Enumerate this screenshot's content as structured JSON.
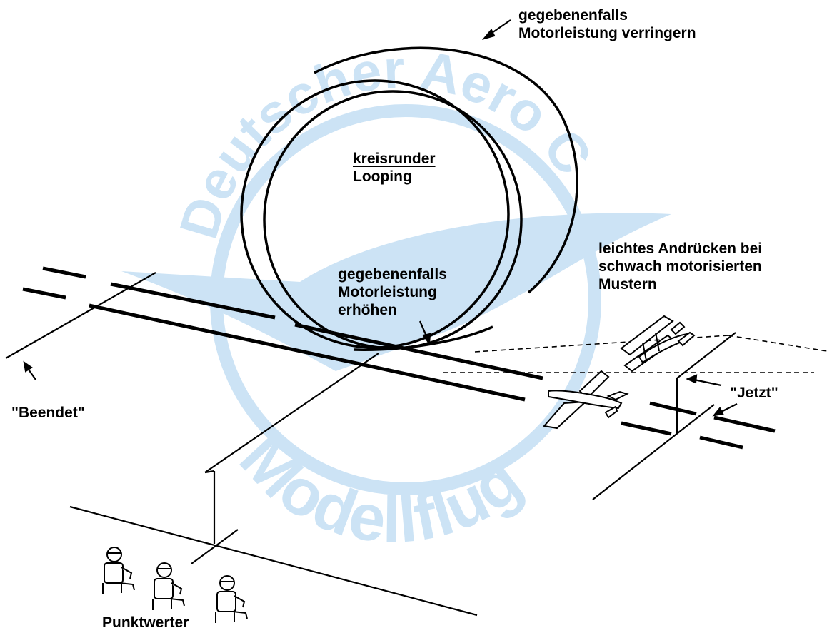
{
  "watermark": {
    "top_text": "Deutscher Aero Club",
    "bottom_text": "Modellflug",
    "color": "#cce3f5"
  },
  "labels": {
    "top_note_line1": "gegebenenfalls",
    "top_note_line2": "Motorleistung verringern",
    "center_line1": "kreisrunder",
    "center_line2": "Looping",
    "right_note_line1": "leichtes Andrücken bei",
    "right_note_line2": "schwach motorisierten",
    "right_note_line3": "Mustern",
    "bottom_note_line1": "gegebenenfalls",
    "bottom_note_line2": "Motorleistung",
    "bottom_note_line3": "erhöhen",
    "end_call": "\"Beendet\"",
    "start_call": "\"Jetzt\"",
    "judges": "Punktwerter"
  },
  "colors": {
    "ink": "#000000",
    "watermark": "#cce3f5"
  },
  "icons": [
    "arrow-icon",
    "airplane-icon",
    "biplane-icon",
    "judge-icon"
  ]
}
